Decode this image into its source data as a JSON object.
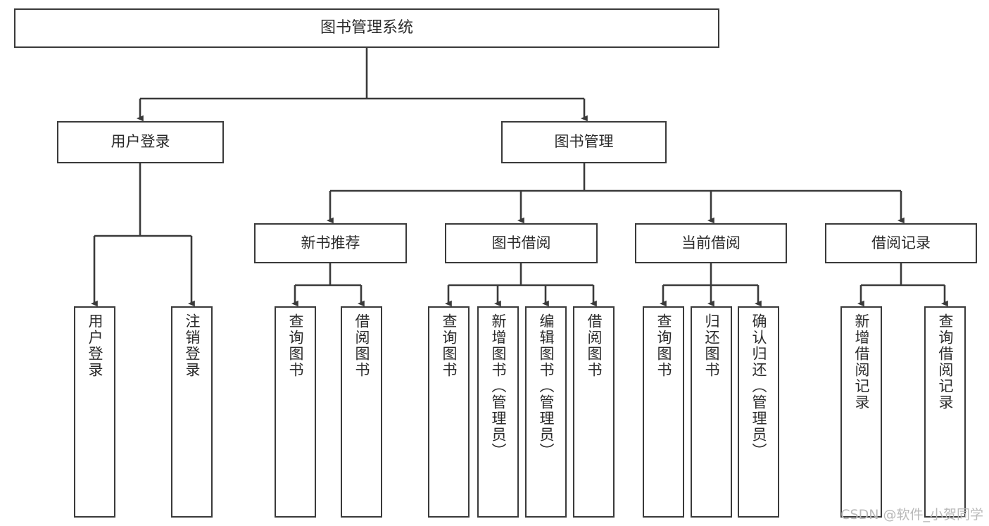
{
  "diagram": {
    "type": "tree-hierarchy",
    "title_node": {
      "label": "图书管理系统"
    },
    "level1": [
      {
        "id": "user-login",
        "label": "用户登录"
      },
      {
        "id": "book-management",
        "label": "图书管理"
      }
    ],
    "level2": [
      {
        "id": "new-book-recommend",
        "label": "新书推荐",
        "parent": "book-management"
      },
      {
        "id": "book-borrow",
        "label": "图书借阅",
        "parent": "book-management"
      },
      {
        "id": "current-borrow",
        "label": "当前借阅",
        "parent": "book-management"
      },
      {
        "id": "borrow-record",
        "label": "借阅记录",
        "parent": "book-management"
      }
    ],
    "leaves": {
      "user_login": [
        {
          "id": "leaf-user-login",
          "label": "用户登录"
        },
        {
          "id": "leaf-logout-login",
          "label": "注销登录"
        }
      ],
      "new_book_recommend": [
        {
          "id": "leaf-query-book-1",
          "label": "查询图书"
        },
        {
          "id": "leaf-borrow-book-1",
          "label": "借阅图书"
        }
      ],
      "book_borrow": [
        {
          "id": "leaf-query-book-2",
          "label": "查询图书"
        },
        {
          "id": "leaf-add-book",
          "label": "新增图书（管理员）"
        },
        {
          "id": "leaf-edit-book",
          "label": "编辑图书（管理员）"
        },
        {
          "id": "leaf-borrow-book-2",
          "label": "借阅图书"
        }
      ],
      "current_borrow": [
        {
          "id": "leaf-query-book-3",
          "label": "查询图书"
        },
        {
          "id": "leaf-return-book",
          "label": "归还图书"
        },
        {
          "id": "leaf-confirm-return",
          "label": "确认归还（管理员）"
        }
      ],
      "borrow_record": [
        {
          "id": "leaf-add-record",
          "label": "新增借阅记录"
        },
        {
          "id": "leaf-query-record",
          "label": "查询借阅记录"
        }
      ]
    },
    "colors": {
      "stroke": "#3a3a3a",
      "text": "#2b2b2b",
      "background": "#ffffff",
      "watermark": "#b9b9b9"
    }
  },
  "watermark": {
    "text": "CSDN @软件_小贺同学"
  }
}
